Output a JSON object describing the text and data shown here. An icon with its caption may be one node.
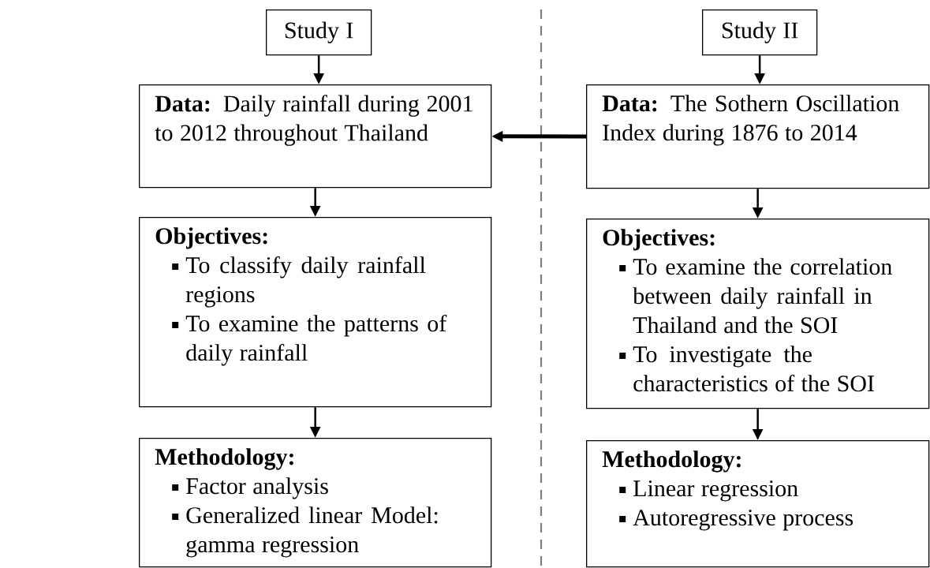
{
  "diagram": {
    "nodes": [
      {
        "text": [
          "Study I"
        ]
      },
      {
        "text": [
          "**Data:** Daily rainfall during 2001 to 2012 throughout Thailand"
        ]
      },
      {
        "text": [
          "Objectives:",
          "To classify daily rainfall regions",
          "To examine the patterns of daily rainfall"
        ]
      },
      {
        "text": [
          "Methodology:",
          "Factor analysis",
          "Generalized linear Model: gamma regression"
        ]
      },
      {
        "text": [
          "Study II"
        ]
      },
      {
        "text": [
          "**Data:** The Sothern Oscillation Index during 1876 to 2014"
        ]
      },
      {
        "text": [
          "Objectives:",
          "To examine the correlation between daily rainfall in Thailand and the SOI",
          "To investigate the characteristics of the SOI"
        ]
      },
      {
        "text": [
          "Methodology:",
          "Linear regression",
          "Autoregressive process"
        ]
      }
    ],
    "edges": [
      {
        "from": 0,
        "to": 1,
        "arrow": "to"
      },
      {
        "from": 1,
        "to": 2,
        "arrow": "to"
      },
      {
        "from": 2,
        "to": 3,
        "arrow": "to"
      },
      {
        "from": 4,
        "to": 5,
        "arrow": "to"
      },
      {
        "from": 5,
        "to": 6,
        "arrow": "to"
      },
      {
        "from": 6,
        "to": 7,
        "arrow": "to"
      },
      {
        "from": 5,
        "to": 1,
        "arrow": "to",
        "style": "thick"
      }
    ]
  }
}
